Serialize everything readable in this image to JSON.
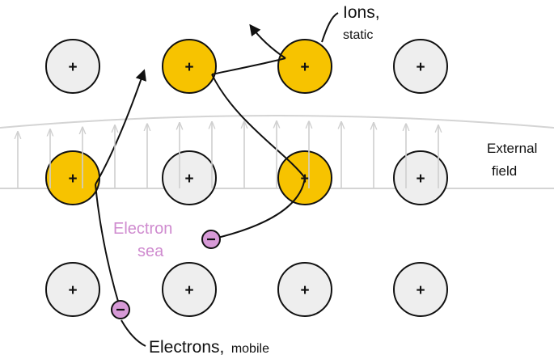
{
  "colors": {
    "ion_static": "#eeeeee",
    "ion_highlight": "#f7c300",
    "electron": "#d79ad7",
    "electron_sea_label": "#cf8bcf",
    "field_lines": "#cfcfcf"
  },
  "ions": {
    "sign": "+",
    "rows": [
      [
        "static",
        "highlight",
        "highlight",
        "static"
      ],
      [
        "highlight",
        "static",
        "highlight",
        "static"
      ],
      [
        "static",
        "static",
        "static",
        "static"
      ]
    ]
  },
  "electrons": {
    "sign": "−",
    "count": 2
  },
  "labels": {
    "ions_line1": "Ions,",
    "ions_line2": "static",
    "electron_sea_line1": "Electron",
    "electron_sea_line2": "sea",
    "electrons_main": "Electrons,",
    "electrons_sub": "mobile",
    "field_line1": "External",
    "field_line2": "field"
  }
}
